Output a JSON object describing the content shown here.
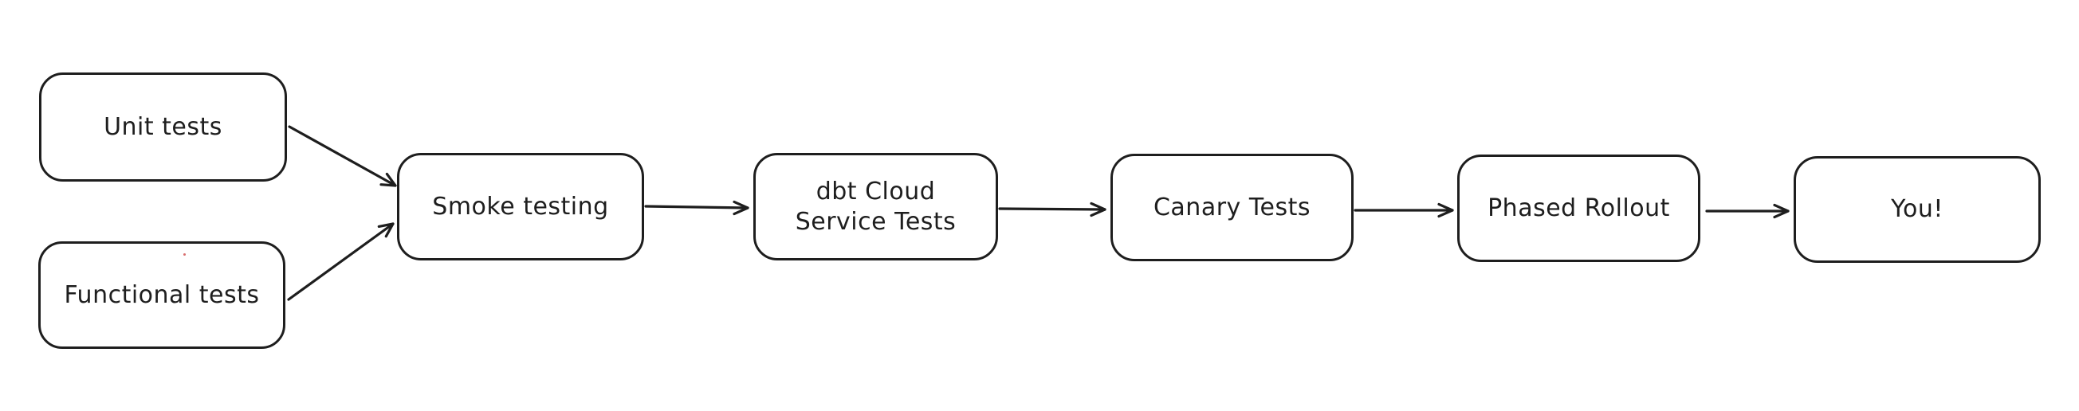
{
  "diagram": {
    "type": "flowchart",
    "style": "hand-drawn",
    "colors": {
      "background": "#ffffff",
      "stroke": "#1e1e1e",
      "artifact_dot": "#d96d6d"
    },
    "nodes": [
      {
        "id": "unit-tests",
        "label": "Unit tests"
      },
      {
        "id": "functional-tests",
        "label": "Functional tests"
      },
      {
        "id": "smoke-testing",
        "label": "Smoke testing"
      },
      {
        "id": "dbt-cloud-service-tests",
        "label": "dbt Cloud\nService Tests"
      },
      {
        "id": "canary-tests",
        "label": "Canary Tests"
      },
      {
        "id": "phased-rollout",
        "label": "Phased Rollout"
      },
      {
        "id": "you",
        "label": "You!"
      }
    ],
    "edges": [
      {
        "from": "unit-tests",
        "to": "smoke-testing"
      },
      {
        "from": "functional-tests",
        "to": "smoke-testing"
      },
      {
        "from": "smoke-testing",
        "to": "dbt-cloud-service-tests"
      },
      {
        "from": "dbt-cloud-service-tests",
        "to": "canary-tests"
      },
      {
        "from": "canary-tests",
        "to": "phased-rollout"
      },
      {
        "from": "phased-rollout",
        "to": "you"
      }
    ]
  }
}
